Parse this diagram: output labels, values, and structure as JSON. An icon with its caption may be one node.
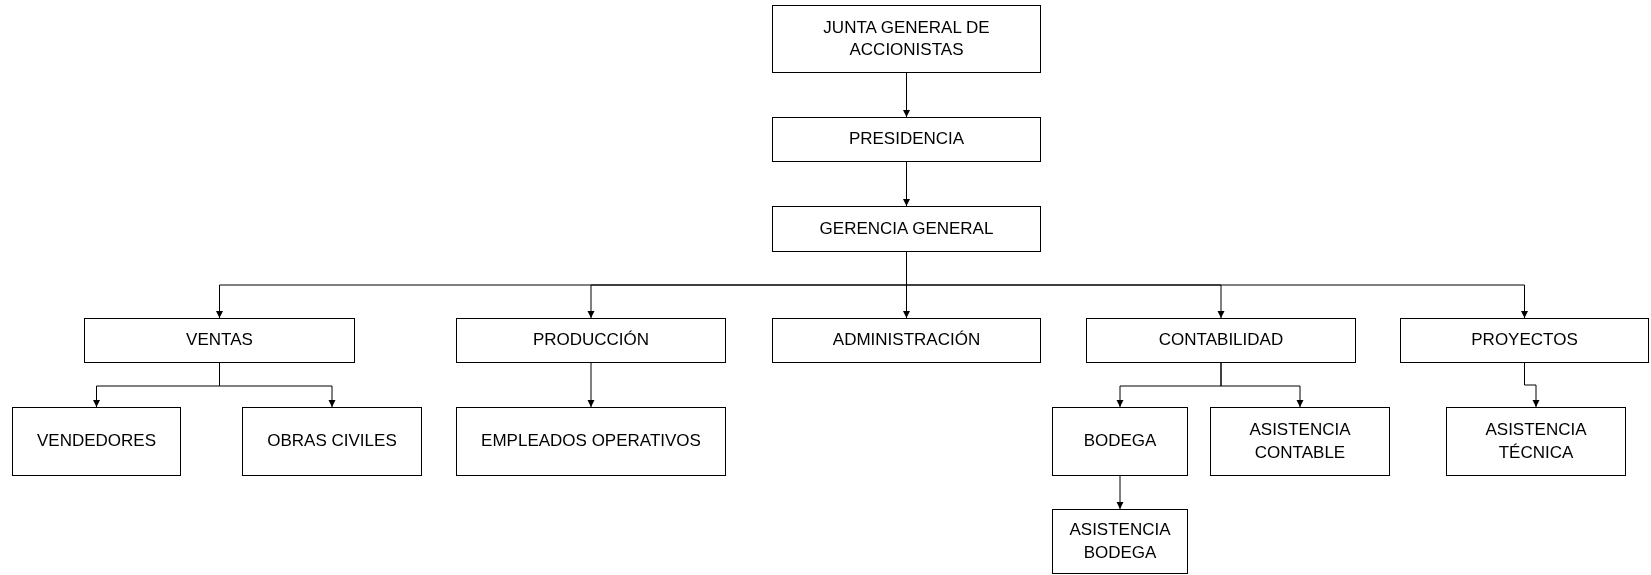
{
  "diagram": {
    "nodes": [
      {
        "text": [
          "JUNTA GENERAL DE ACCIONISTAS"
        ]
      },
      {
        "text": [
          "PRESIDENCIA"
        ]
      },
      {
        "text": [
          "GERENCIA GENERAL"
        ]
      },
      {
        "text": [
          "VENTAS"
        ]
      },
      {
        "text": [
          "PRODUCCIÓN"
        ]
      },
      {
        "text": [
          "ADMINISTRACIÓN"
        ]
      },
      {
        "text": [
          "CONTABILIDAD"
        ]
      },
      {
        "text": [
          "PROYECTOS"
        ]
      },
      {
        "text": [
          "VENDEDORES"
        ]
      },
      {
        "text": [
          "OBRAS CIVILES"
        ]
      },
      {
        "text": [
          "EMPLEADOS OPERATIVOS"
        ]
      },
      {
        "text": [
          "BODEGA"
        ]
      },
      {
        "text": [
          "ASISTENCIA CONTABLE"
        ]
      },
      {
        "text": [
          "ASISTENCIA TÉCNICA"
        ]
      },
      {
        "text": [
          "ASISTENCIA BODEGA"
        ]
      }
    ],
    "edges": [
      {
        "from": 0,
        "to": 1,
        "arrow": "to"
      },
      {
        "from": 1,
        "to": 2,
        "arrow": "to"
      },
      {
        "from": 2,
        "to": 3,
        "arrow": "to"
      },
      {
        "from": 2,
        "to": 4,
        "arrow": "to"
      },
      {
        "from": 2,
        "to": 5,
        "arrow": "to"
      },
      {
        "from": 2,
        "to": 6,
        "arrow": "to"
      },
      {
        "from": 2,
        "to": 7,
        "arrow": "to"
      },
      {
        "from": 3,
        "to": 8,
        "arrow": "to"
      },
      {
        "from": 3,
        "to": 9,
        "arrow": "to"
      },
      {
        "from": 4,
        "to": 10,
        "arrow": "to"
      },
      {
        "from": 6,
        "to": 11,
        "arrow": "to"
      },
      {
        "from": 6,
        "to": 12,
        "arrow": "to"
      },
      {
        "from": 7,
        "to": 13,
        "arrow": "to"
      },
      {
        "from": 11,
        "to": 14,
        "arrow": "to"
      }
    ]
  }
}
